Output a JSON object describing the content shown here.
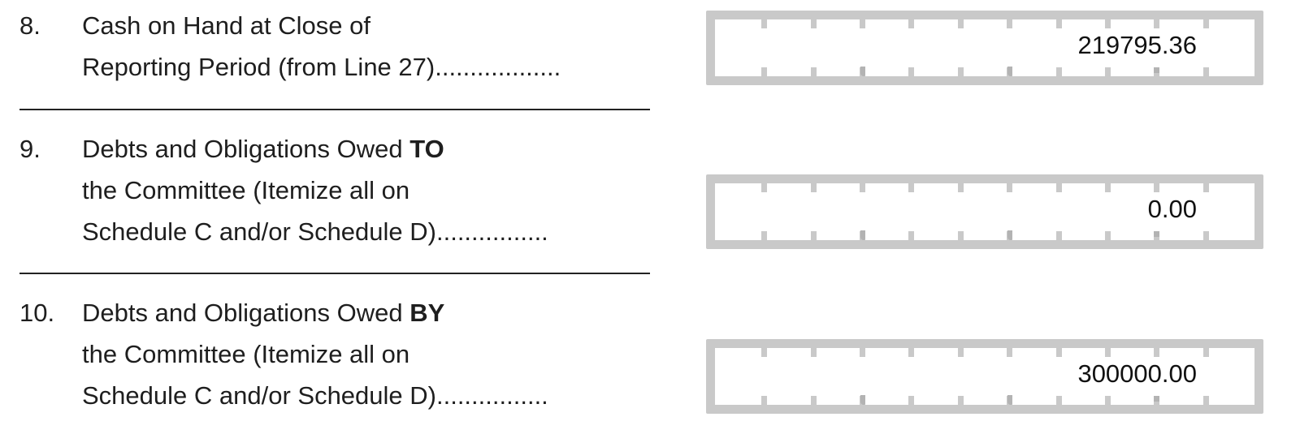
{
  "lines": [
    {
      "number": "8.",
      "text_rows": [
        {
          "before": "Cash on Hand at Close of",
          "bold": "",
          "after": ""
        },
        {
          "before": "Reporting Period (from Line 27)",
          "bold": "",
          "after": ".................."
        }
      ],
      "value": "219795.36"
    },
    {
      "number": "9.",
      "text_rows": [
        {
          "before": "Debts and Obligations Owed ",
          "bold": "TO",
          "after": ""
        },
        {
          "before": "the Committee (Itemize all on",
          "bold": "",
          "after": ""
        },
        {
          "before": "Schedule C and/or Schedule D)",
          "bold": "",
          "after": "................"
        }
      ],
      "value": "0.00"
    },
    {
      "number": "10.",
      "text_rows": [
        {
          "before": "Debts and Obligations Owed ",
          "bold": "BY",
          "after": ""
        },
        {
          "before": "the Committee (Itemize all on",
          "bold": "",
          "after": ""
        },
        {
          "before": "Schedule C and/or Schedule D)",
          "bold": "",
          "after": "................"
        }
      ],
      "value": "300000.00"
    }
  ]
}
